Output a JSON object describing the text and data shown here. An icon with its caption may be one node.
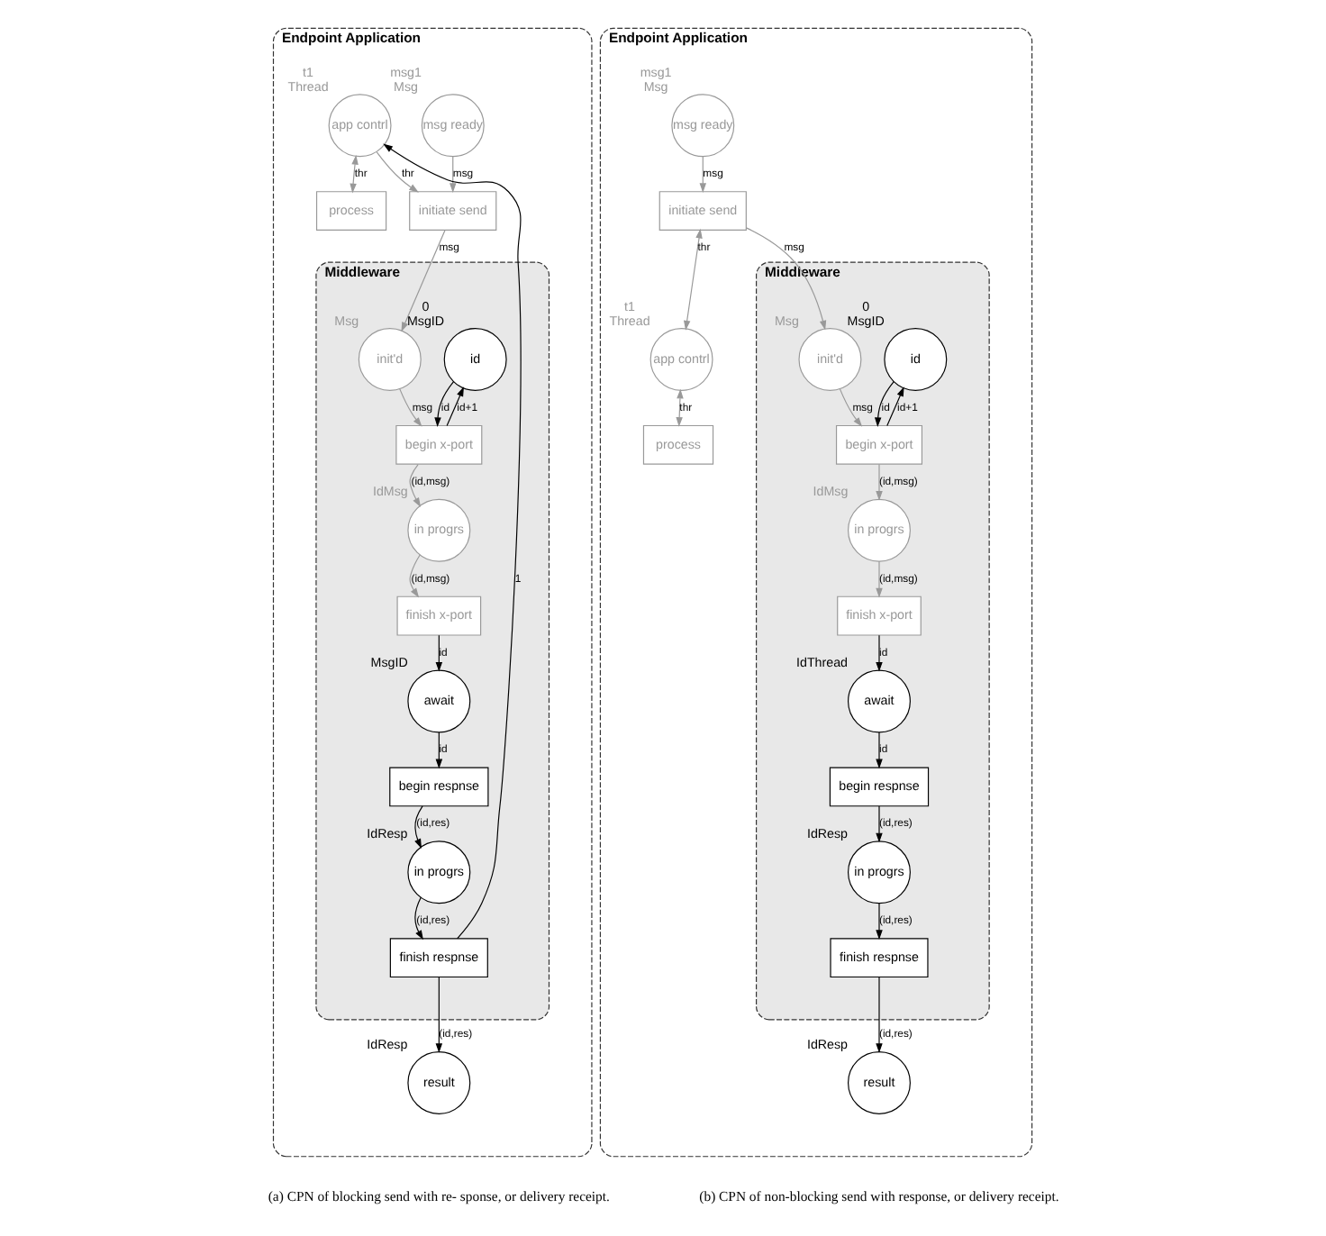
{
  "diagram": {
    "nodes": [
      {
        "text": [
          "Endpoint Application"
        ]
      },
      {
        "text": [
          "msg ready"
        ],
        "in": 0,
        "beside": [
          "msg1",
          "Msg"
        ]
      },
      {
        "text": [
          "initiate send"
        ],
        "in": 0
      },
      {
        "text": [
          "app contrl"
        ],
        "in": 0,
        "beside": [
          "t1",
          "Thread"
        ]
      },
      {
        "text": [
          "process"
        ],
        "in": 0
      },
      {
        "text": [
          "result"
        ],
        "in": 0,
        "beside": [
          "IdResp"
        ]
      },
      {
        "text": [
          "Middleware"
        ],
        "in": 0
      },
      {
        "text": [
          "id"
        ],
        "in": 6,
        "beside": [
          "0",
          "MsgID"
        ]
      },
      {
        "text": [
          "init'd"
        ],
        "in": 6,
        "beside": [
          "Msg"
        ]
      },
      {
        "text": [
          "begin x-port"
        ],
        "in": 6
      },
      {
        "text": [
          "in progrs"
        ],
        "in": 6,
        "beside": [
          "IdMsg"
        ]
      },
      {
        "text": [
          "finish x-port"
        ],
        "in": 6
      },
      {
        "text": [
          "await"
        ],
        "in": 6,
        "beside": [
          "MsgID"
        ]
      },
      {
        "text": [
          "begin respnse"
        ],
        "in": 6
      },
      {
        "text": [
          "in progrs"
        ],
        "in": 6,
        "beside": [
          "IdResp"
        ]
      },
      {
        "text": [
          "finish respnse"
        ],
        "in": 6
      },
      {
        "text": [
          "Endpoint Application"
        ]
      },
      {
        "text": [
          "msg ready"
        ],
        "in": 16,
        "beside": [
          "msg1",
          "Msg"
        ]
      },
      {
        "text": [
          "initiate send"
        ],
        "in": 16
      },
      {
        "text": [
          "app contrl"
        ],
        "in": 16,
        "beside": [
          "t1",
          "Thread"
        ]
      },
      {
        "text": [
          "process"
        ],
        "in": 16
      },
      {
        "text": [
          "result"
        ],
        "in": 16,
        "beside": [
          "IdResp"
        ]
      },
      {
        "text": [
          "Middleware"
        ],
        "in": 16
      },
      {
        "text": [
          "id"
        ],
        "in": 22,
        "beside": [
          "0",
          "MsgID"
        ]
      },
      {
        "text": [
          "init'd"
        ],
        "in": 22,
        "beside": [
          "Msg"
        ]
      },
      {
        "text": [
          "begin x-port"
        ],
        "in": 22
      },
      {
        "text": [
          "in progrs"
        ],
        "in": 22,
        "beside": [
          "IdMsg"
        ]
      },
      {
        "text": [
          "finish x-port"
        ],
        "in": 22
      },
      {
        "text": [
          "await"
        ],
        "in": 22,
        "beside": [
          "IdThread"
        ]
      },
      {
        "text": [
          "begin respnse"
        ],
        "in": 22
      },
      {
        "text": [
          "in progrs"
        ],
        "in": 22,
        "beside": [
          "IdResp"
        ]
      },
      {
        "text": [
          "finish respnse"
        ],
        "in": 22
      }
    ],
    "edges": [
      {
        "from": 1,
        "to": 2,
        "arrow": "to",
        "label": "msg",
        "color": "#999999"
      },
      {
        "from": 2,
        "to": 8,
        "arrow": "to",
        "label": "msg",
        "color": "#999999"
      },
      {
        "from": 8,
        "to": 9,
        "arrow": "to",
        "label": "msg",
        "color": "#999999"
      },
      {
        "from": 7,
        "to": 9,
        "arrow": "to",
        "label": "id"
      },
      {
        "from": 9,
        "to": 7,
        "arrow": "to",
        "label": "id+1"
      },
      {
        "from": 9,
        "to": 10,
        "arrow": "to",
        "label": "(id,msg)",
        "color": "#999999"
      },
      {
        "from": 10,
        "to": 11,
        "arrow": "to",
        "label": "(id,msg)",
        "color": "#999999"
      },
      {
        "from": 3,
        "to": 2,
        "arrow": "to",
        "label": "thr",
        "color": "#999999"
      },
      {
        "from": 3,
        "to": 4,
        "arrow": "both",
        "label": "thr",
        "color": "#999999"
      },
      {
        "from": 11,
        "to": 12,
        "arrow": "to",
        "label": "id"
      },
      {
        "from": 12,
        "to": 13,
        "arrow": "to",
        "label": "id"
      },
      {
        "from": 13,
        "to": 14,
        "arrow": "to",
        "label": "(id,res)"
      },
      {
        "from": 14,
        "to": 15,
        "arrow": "to",
        "label": "(id,res)"
      },
      {
        "from": 15,
        "to": 3,
        "arrow": "to",
        "label": "1"
      },
      {
        "from": 15,
        "to": 5,
        "arrow": "to",
        "label": "(id,res)"
      },
      {
        "from": 17,
        "to": 18,
        "arrow": "to",
        "label": "msg",
        "color": "#999999"
      },
      {
        "from": 18,
        "to": 24,
        "arrow": "to",
        "label": "msg",
        "color": "#999999"
      },
      {
        "from": 24,
        "to": 25,
        "arrow": "to",
        "label": "msg",
        "color": "#999999"
      },
      {
        "from": 23,
        "to": 25,
        "arrow": "to",
        "label": "id"
      },
      {
        "from": 25,
        "to": 23,
        "arrow": "to",
        "label": "id+1"
      },
      {
        "from": 25,
        "to": 26,
        "arrow": "to",
        "label": "(id,msg)",
        "color": "#999999"
      },
      {
        "from": 26,
        "to": 27,
        "arrow": "to",
        "label": "(id,msg)",
        "color": "#999999"
      },
      {
        "from": 18,
        "to": 19,
        "arrow": "both",
        "label": "thr",
        "color": "#999999"
      },
      {
        "from": 19,
        "to": 20,
        "arrow": "both",
        "label": "thr",
        "color": "#999999"
      },
      {
        "from": 27,
        "to": 28,
        "arrow": "to",
        "label": "id"
      },
      {
        "from": 28,
        "to": 29,
        "arrow": "to",
        "label": "id"
      },
      {
        "from": 29,
        "to": 30,
        "arrow": "to",
        "label": "(id,res)"
      },
      {
        "from": 30,
        "to": 31,
        "arrow": "to",
        "label": "(id,res)"
      },
      {
        "from": 31,
        "to": 21,
        "arrow": "to",
        "label": "(id,res)"
      }
    ],
    "labels": [
      "(a) CPN of blocking send with re- sponse, or delivery receipt.",
      "(b) CPN of non-blocking send with response, or delivery receipt."
    ]
  }
}
